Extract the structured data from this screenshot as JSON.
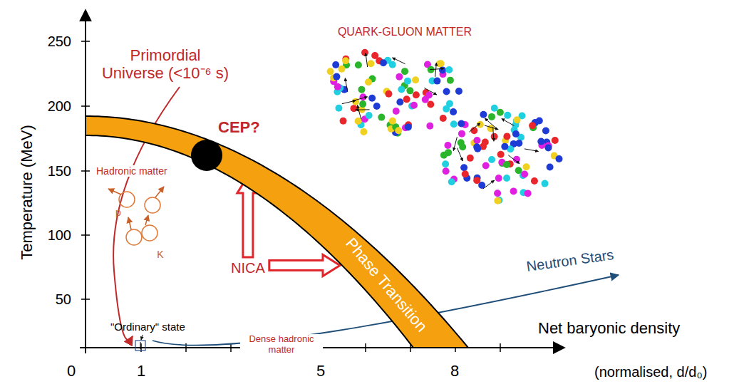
{
  "diagram": {
    "nodes": [
      {
        "text": [
          "Phase Transition"
        ]
      },
      {
        "text": [
          "CEP?"
        ]
      },
      {
        "text": [
          "NICA"
        ]
      }
    ],
    "edges": [
      {
        "from": 2,
        "to": 1,
        "arrow": "to"
      },
      {
        "from": 2,
        "to": 0,
        "arrow": "to"
      }
    ],
    "labels": [
      "Temperature (MeV)",
      "250",
      "200",
      "150",
      "100",
      "50",
      "0",
      "1",
      "5",
      "8",
      "Net baryonic density",
      "(normalised, d/d₀)",
      "QUARK-GLUON MATTER",
      "Primordial Universe (<10⁻⁶ s)",
      "Hadronic matter",
      "p",
      "K",
      "\"Ordinary\" state",
      "Dense hadronic matter",
      "Neutron Stars"
    ]
  }
}
